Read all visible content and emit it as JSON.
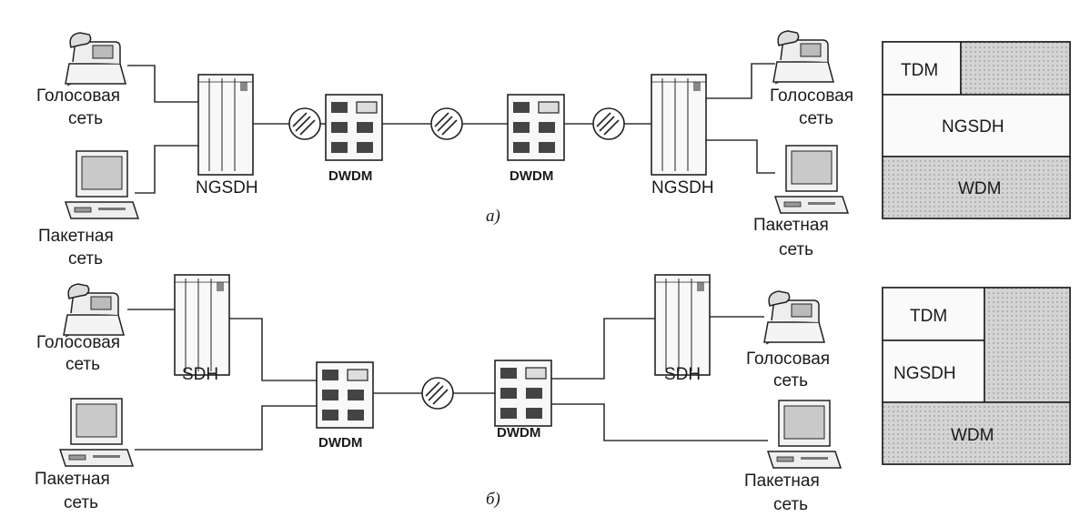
{
  "labels": {
    "voice_net": "Голосовая сеть",
    "packet_net": "Пакетная сеть",
    "ngsdh": "NGSDH",
    "sdh": "SDH",
    "dwdm": "DWDM"
  },
  "captions": {
    "a": "а)",
    "b": "б)"
  },
  "legend_a": {
    "tdm": "TDM",
    "ngsdh": "NGSDH",
    "wdm": "WDM"
  },
  "legend_b": {
    "tdm": "TDM",
    "ngsdh": "NGSDH",
    "wdm": "WDM"
  }
}
